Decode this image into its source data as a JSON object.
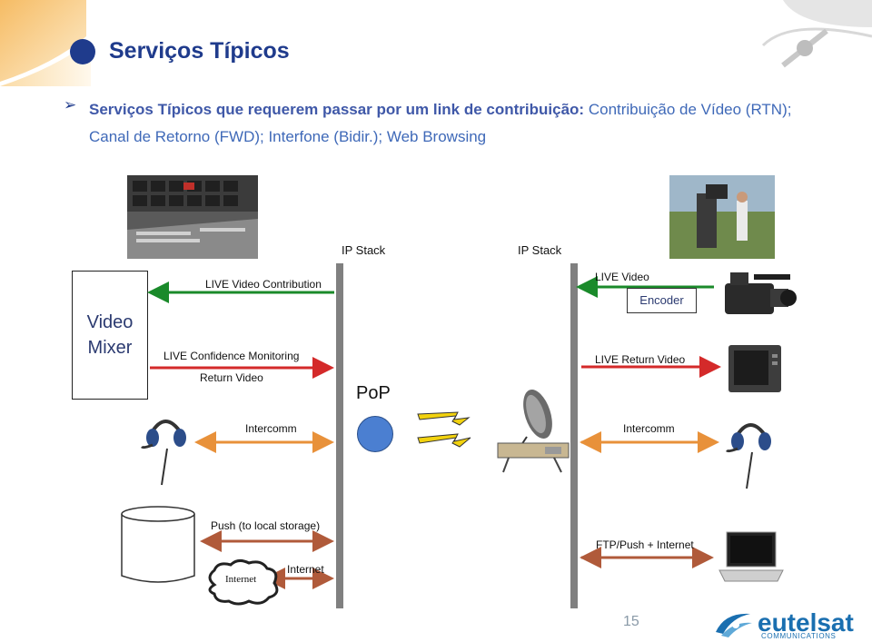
{
  "title": "Serviços Típicos",
  "bullet": {
    "bold": "Serviços Típicos que requerem passar por um link de contribuição:",
    "rest": " Contribuição de Vídeo (RTN); Canal de Retorno (FWD); Interfone (Bidir.); Web Browsing"
  },
  "diagram": {
    "ip_stack_left": "IP Stack",
    "ip_stack_right": "IP Stack",
    "video_mixer_line1": "Video",
    "video_mixer_line2": "Mixer",
    "live_video_contribution": "LIVE Video Contribution",
    "live_confidence_monitoring": "LIVE Confidence Monitoring",
    "return_video": "Return Video",
    "live_video": "LIVE Video",
    "encoder": "Encoder",
    "live_return_video": "LIVE Return Video",
    "pop": "PoP",
    "intercomm_left": "Intercomm",
    "intercomm_right": "Intercomm",
    "push_local_storage": "Push (to local storage)",
    "internet_cloud": "Internet",
    "internet_arrow": "Internet",
    "ftp_push_internet": "FTP/Push + Internet"
  },
  "colors": {
    "green_arrow": "#1a8a2a",
    "red_arrow": "#d42a2a",
    "orange_arrow": "#e8913a",
    "brown_arrow": "#b05a3a",
    "title_blue": "#1f3b8c"
  },
  "footer": {
    "page_number": "15",
    "brand": "eutelsat",
    "brand_sub": "COMMUNICATIONS"
  }
}
